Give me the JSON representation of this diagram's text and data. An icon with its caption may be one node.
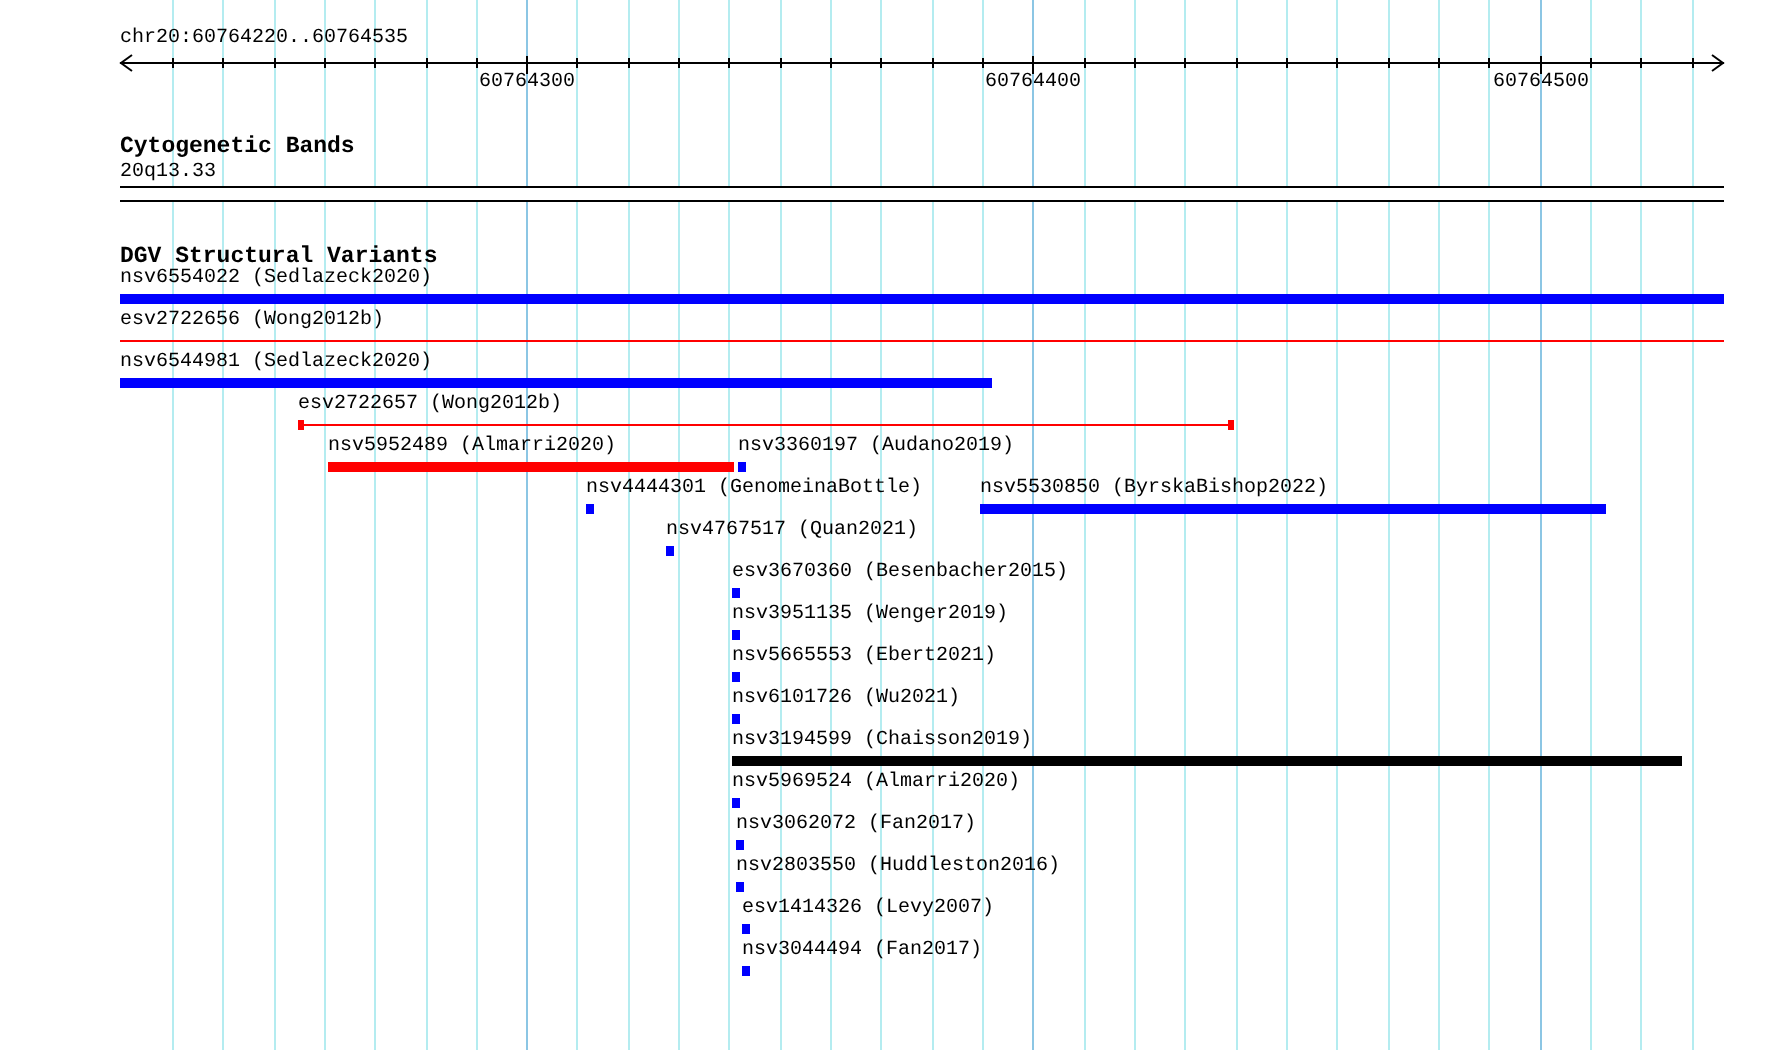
{
  "diagram": {
    "nodes": [
      {
        "text": [
          "20q13.33"
        ]
      },
      {
        "text": [
          "nsv6554022 (Sedlazeck2020)"
        ]
      },
      {
        "text": [
          "esv2722656 (Wong2012b)"
        ]
      },
      {
        "text": [
          "nsv6544981 (Sedlazeck2020)"
        ]
      },
      {
        "text": [
          "esv2722657 (Wong2012b)"
        ]
      },
      {
        "text": [
          "nsv5952489 (Almarri2020)"
        ]
      },
      {
        "text": [
          "nsv3360197 (Audano2019)"
        ]
      },
      {
        "text": [
          "nsv4444301 (GenomeinaBottle)"
        ]
      },
      {
        "text": [
          "nsv5530850 (ByrskaBishop2022)"
        ]
      },
      {
        "text": [
          "nsv4767517 (Quan2021)"
        ]
      },
      {
        "text": [
          "esv3670360 (Besenbacher2015)"
        ]
      },
      {
        "text": [
          "nsv3951135 (Wenger2019)"
        ]
      },
      {
        "text": [
          "nsv5665553 (Ebert2021)"
        ]
      },
      {
        "text": [
          "nsv6101726 (Wu2021)"
        ]
      },
      {
        "text": [
          "nsv3194599 (Chaisson2019)"
        ]
      },
      {
        "text": [
          "nsv5969524 (Almarri2020)"
        ]
      },
      {
        "text": [
          "nsv3062072 (Fan2017)"
        ]
      },
      {
        "text": [
          "nsv2803550 (Huddleston2016)"
        ]
      },
      {
        "text": [
          "esv1414326 (Levy2007)"
        ]
      },
      {
        "text": [
          "nsv3044494 (Fan2017)"
        ]
      }
    ],
    "labels": [
      "chr20:60764220..60764535",
      "60764300",
      "60764400",
      "60764500",
      "Cytogenetic Bands",
      "DGV Structural Variants"
    ]
  }
}
